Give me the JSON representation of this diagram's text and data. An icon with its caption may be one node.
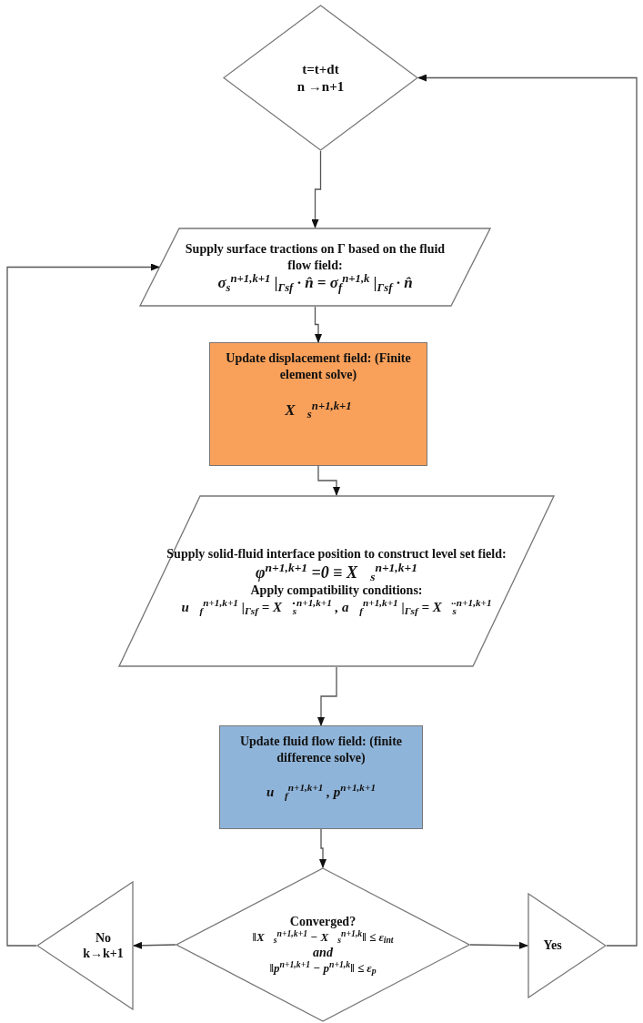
{
  "diagram": {
    "nodes": [
      {
        "text": [
          "t=t+dt",
          "n →n+1"
        ]
      },
      {
        "text": [
          "Supply surface tractions on Γ based on the fluid flow field:",
          "σ$_{s}$$^{n+1,k+1}$ |$_{Γsf}$ · n̂ = σ$_{f}$$^{n+1,k}$ |$_{Γsf}$ · n̂"
        ]
      },
      {
        "text": [
          "Update displacement field: (Finite element solve)",
          "X⃗$_{s}$$^{n+1,k+1}$"
        ]
      },
      {
        "text": [
          "Supply solid-fluid interface position to construct level set field:",
          "φ$^{n+1,k+1}$ =0 ≡ X⃗$_{s}$$^{n+1,k+1}$",
          "Apply compatibility conditions:",
          "u⃗$_{f}$$^{n+1,k+1}$ |$_{Γsf}$ = X⃗̇$_{s}$$^{n+1,k+1}$ , a⃗$_{f}$$^{n+1,k+1}$ |$_{Γsf}$ = X⃗̈$_{s}$$^{n+1,k+1}$"
        ]
      },
      {
        "text": [
          "Update fluid flow field: (finite difference solve)",
          "u⃗$_{f}$$^{n+1,k+1}$ , p$^{n+1,k+1}$"
        ]
      },
      {
        "text": [
          "Converged?",
          "‖X⃗$_{s}$$^{n+1,k+1}$ − X⃗$_{s}$$^{n+1,k}$‖ ≤ ε$_{int}$",
          "and",
          "‖p$^{n+1,k+1}$ − p$^{n+1,k}$‖ ≤ ε$_{p}$"
        ]
      },
      {
        "text": [
          "No",
          "k→k+1"
        ]
      },
      {
        "text": [
          "Yes"
        ]
      }
    ],
    "edges": [
      {
        "from": 0,
        "to": 1,
        "arrow": "to"
      },
      {
        "from": 1,
        "to": 2,
        "arrow": "to"
      },
      {
        "from": 2,
        "to": 3,
        "arrow": "to"
      },
      {
        "from": 3,
        "to": 4,
        "arrow": "to"
      },
      {
        "from": 4,
        "to": 5,
        "arrow": "to"
      },
      {
        "from": 5,
        "to": 6,
        "arrow": "to"
      },
      {
        "from": 5,
        "to": 7,
        "arrow": "to"
      },
      {
        "from": 6,
        "to": 1,
        "arrow": "to"
      },
      {
        "from": 7,
        "to": 0,
        "arrow": "to"
      }
    ]
  }
}
